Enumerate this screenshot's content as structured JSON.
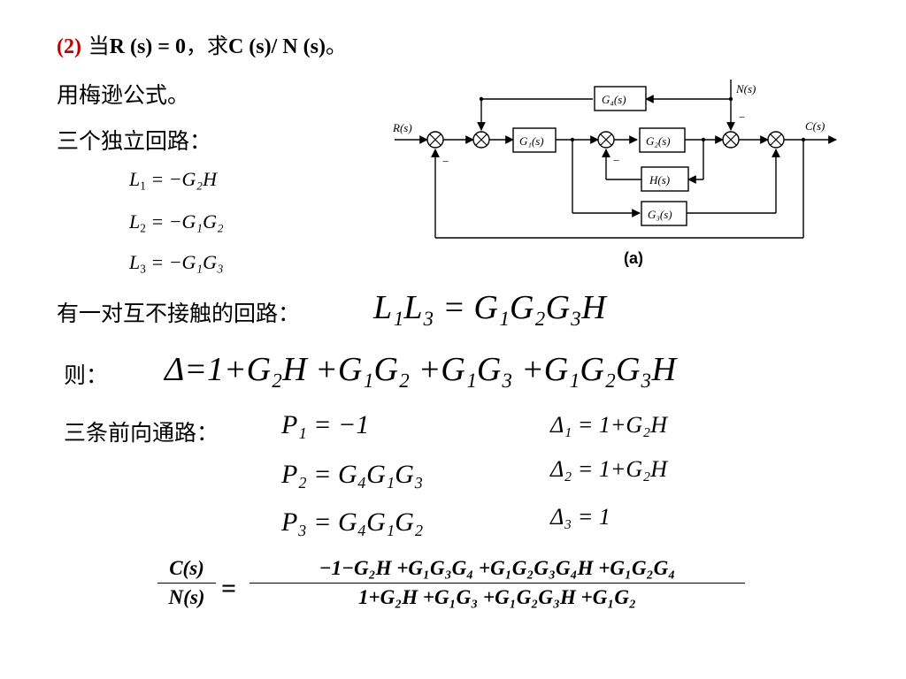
{
  "slide": {
    "title": {
      "num": "(2)",
      "text_a": " 当",
      "cond": "R (s) = 0",
      "text_b": "，求",
      "target": "C (s)/ N (s)",
      "end": "。"
    },
    "mason_label": "用梅逊公式。",
    "loops_label": "三个独立回路：",
    "loops": [
      {
        "lhs": "L",
        "sub": "1",
        "rhs": "= −G₂H"
      },
      {
        "lhs": "L",
        "sub": "2",
        "rhs": "= −G₁G₂"
      },
      {
        "lhs": "L",
        "sub": "3",
        "rhs": "= −G₁G₃"
      }
    ],
    "nontouch_label": "有一对互不接触的回路：",
    "nontouch_eq": "L₁L₃ = G₁G₂G₃H",
    "delta_label": "则：",
    "delta_eq": "Δ=1+G₂H +G₁G₂ +G₁G₃ +G₁G₂G₃H",
    "forward_label": "三条前向通路：",
    "forward_paths": [
      {
        "p": "P₁ = −1",
        "d": "Δ₁ = 1+G₂H"
      },
      {
        "p": "P₂ = G₄G₁G₃",
        "d": "Δ₂ = 1+G₂H"
      },
      {
        "p": "P₃ = G₄G₁G₂",
        "d": "Δ₃ = 1"
      }
    ],
    "result": {
      "lhs_num": "C(s)",
      "lhs_den": "N(s)",
      "equals": "=",
      "numerator": "−1−G₂H +G₁G₃G₄ +G₁G₂G₃G₄H +G₁G₂G₄",
      "denominator": "1+G₂H +G₁G₃ +G₁G₂G₃H +G₁G₂"
    },
    "colors": {
      "highlight": "#c00000",
      "text": "#000000"
    }
  },
  "diagram": {
    "caption": "(a)",
    "blocks": {
      "g1": "G₁(s)",
      "g2": "G₂(s)",
      "g3": "G₃(s)",
      "g4": "G₄(s)",
      "h": "H(s)"
    },
    "signals": {
      "r": "R(s)",
      "c": "C(s)",
      "n": "N(s)"
    },
    "signs": {
      "s1": "−",
      "s3": "−",
      "s4": "−"
    }
  }
}
